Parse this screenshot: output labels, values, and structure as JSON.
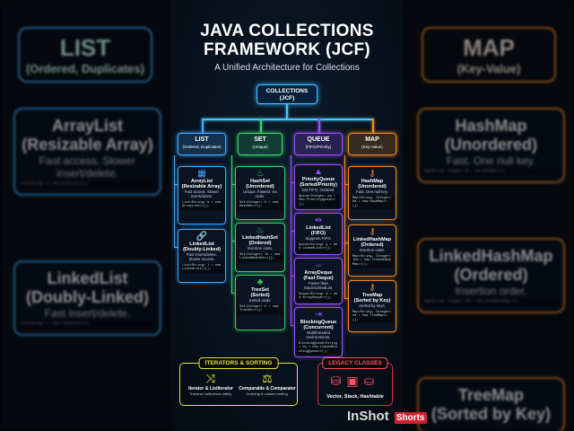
{
  "header": {
    "title_line1": "JAVA COLLECTIONS",
    "title_line2": "FRAMEWORK (JCF)",
    "subtitle": "A Unified Architecture for Collections"
  },
  "root": {
    "label": "COLLECTIONS",
    "sub": "(JCF)"
  },
  "colors": {
    "list": "#3fa9ff",
    "set": "#34d46a",
    "queue": "#a04cff",
    "map": "#f08a24",
    "iter": "#e6e23a",
    "legacy": "#e0303c"
  },
  "categories": [
    {
      "label": "LIST",
      "sub": "(Ordered, Duplicates)"
    },
    {
      "label": "SET",
      "sub": "(Unique)"
    },
    {
      "label": "QUEUE",
      "sub": "(FIFO/Priority)"
    },
    {
      "label": "MAP",
      "sub": "(Key-Value)"
    }
  ],
  "list": [
    {
      "icon": "table-icon",
      "name": "ArrayList",
      "sub": "(Resizable Array)",
      "desc": "Fast access. Slower insert/delete.",
      "code": "List<String> a = new ArrayList<>();"
    },
    {
      "icon": "chain-link-icon",
      "name": "LinkedList",
      "sub": "(Doubly-Linked)",
      "desc": "Fast insert/delete. Slower access.",
      "code": "List<String> l = new LinkedList<>();"
    }
  ],
  "set": [
    {
      "icon": "bag-icon",
      "name": "HashSet",
      "sub": "(Unordered)",
      "desc": "Unique. Fastest. No order.",
      "code": "Set<Integer> h = new HashSet<>();"
    },
    {
      "icon": "bag-chain-icon",
      "name": "LinkedHashSet",
      "sub": "(Ordered)",
      "desc": "Insertion order.",
      "code": "Set<Integer> lh = new LinkedHashSet<>();"
    },
    {
      "icon": "tree-icon",
      "name": "TreeSet",
      "sub": "(Sorted)",
      "desc": "Sorted order.",
      "code": "Set<Integer> t = new TreeSet<>();"
    }
  ],
  "queue": [
    {
      "icon": "pyramid-icon",
      "name": "PriorityQueue",
      "sub": "(Sorted/Priority)",
      "desc": "Not FIFO. Ordered.",
      "code": "Queue<Integer> pq = new PriorityQueue<>();"
    },
    {
      "icon": "pipe-icon",
      "name": "LinkedList",
      "sub": "(FIFO)",
      "desc": "Supports FIFO.",
      "code": "Queue<String> q = new LinkedList<>();"
    },
    {
      "icon": "double-arrow-pipe-icon",
      "name": "ArrayDeque",
      "sub": "(Fast Deque)",
      "desc": "Faster than Stack/LinkedList.",
      "code": "Deque<String> d = new ArrayDeque<>();"
    },
    {
      "icon": "lock-pipe-icon",
      "name": "BlockingQueue",
      "sub": "(Concurrent)",
      "desc": "Multithreaded environments.",
      "code": "BlockingQueue<String> bq = new LinkedBlockingQueue<>();"
    }
  ],
  "map": [
    {
      "icon": "key-lock-icon",
      "name": "HashMap",
      "sub": "(Unordered)",
      "desc": "Fast. One null key.",
      "code": "Map<String, Integer> hm = new HashMap<>();"
    },
    {
      "icon": "key-lock-icon",
      "name": "LinkedHashMap",
      "sub": "(Ordered)",
      "desc": "Insertion order.",
      "code": "Map<String, Integer> lhm = new LinkedHashMap<>();"
    },
    {
      "icon": "key-tree-icon",
      "name": "TreeMap",
      "sub": "(Sorted by Key)",
      "desc": "Sorted by keys.",
      "code": "Map<String, Integer> tm = new TreeMap<>();"
    }
  ],
  "iterators": {
    "title": "ITERATORS & SORTING",
    "items": [
      {
        "icon": "shuffle-icon",
        "name": "Iterator & ListIterator",
        "desc": "Traverse collections safely."
      },
      {
        "icon": "scales-icon",
        "name": "Comparable & Comparator",
        "desc": "Ordering & custom sorting."
      }
    ]
  },
  "legacy": {
    "title": "LEGACY CLASSES",
    "text": "Vector, Stack, Hashtable"
  },
  "watermark": {
    "brand": "InShot",
    "badge": "Shorts"
  },
  "side_left": {
    "title": "LIST",
    "sub": "(Ordered, Duplicates)",
    "cards": [
      {
        "name": "ArrayList",
        "sub": "(Resizable Array)",
        "desc": "Fast access. Slower insert/delete.",
        "code": "List<String> a = new ArrayList<>();"
      },
      {
        "name": "LinkedList",
        "sub": "(Doubly-Linked)",
        "desc": "Fast insert/delete.",
        "code": "List<String> l = new LinkedList<>();"
      }
    ]
  },
  "side_right": {
    "title": "MAP",
    "sub": "(Key-Value)",
    "cards": [
      {
        "name": "HashMap",
        "sub": "(Unordered)",
        "desc": "Fast. One null key.",
        "code": "Map<String, Integer> hm = new HashMap<>();"
      },
      {
        "name": "LinkedHashMap",
        "sub": "(Ordered)",
        "desc": "Insertion order.",
        "code": "Map<String, Integer> lhm = new LinkedHashMap<>();"
      },
      {
        "name": "TreeMap",
        "sub": "(Sorted by Key)",
        "desc": "",
        "code": ""
      }
    ]
  }
}
